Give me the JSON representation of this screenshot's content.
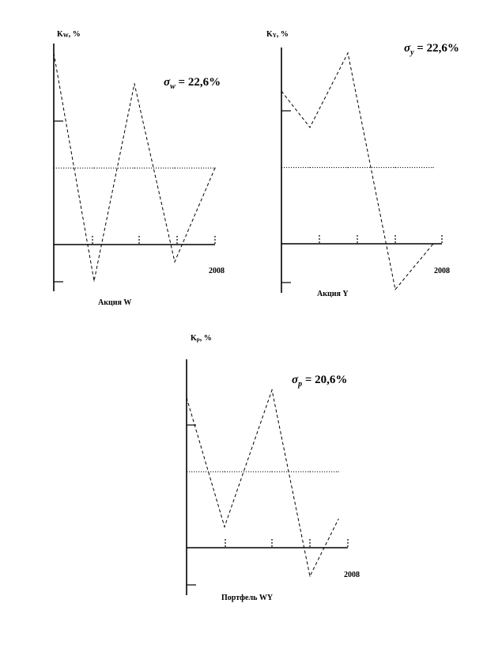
{
  "chart_data": [
    {
      "type": "line",
      "caption": "Акция W",
      "ylabel": "K",
      "ylabel_sub": "W",
      "ylabel_unit": ", %",
      "xlabel": "2008",
      "sigma_symbol": "σ",
      "sigma_sub": "w",
      "sigma_value": " = 22,6%",
      "grid": false,
      "ylim": [
        -10,
        50
      ],
      "x": [
        0,
        1,
        2,
        3,
        4
      ],
      "series": [
        {
          "style": "dashed",
          "values": [
            50,
            -9.5,
            42,
            -4.5,
            20
          ]
        },
        {
          "style": "dotted",
          "values": [
            20,
            20,
            20,
            20,
            20
          ]
        }
      ]
    },
    {
      "type": "line",
      "caption": "Акция Y",
      "ylabel": "K",
      "ylabel_sub": "Y",
      "ylabel_unit": ", %",
      "xlabel": "2008",
      "sigma_symbol": "σ",
      "sigma_sub": "y",
      "sigma_value": " = 22,6%",
      "grid": false,
      "ylim": [
        -10,
        50
      ],
      "x": [
        0,
        0.75,
        1.75,
        3,
        4
      ],
      "series": [
        {
          "style": "dashed",
          "values": [
            40,
            30.5,
            50,
            -12,
            0
          ]
        },
        {
          "style": "dotted",
          "values": [
            20,
            20,
            20,
            20,
            20
          ]
        }
      ]
    },
    {
      "type": "line",
      "caption": "Портфель WY",
      "ylabel": "K",
      "ylabel_sub": "p",
      "ylabel_unit": ", %",
      "xlabel": "2008",
      "sigma_symbol": "σ",
      "sigma_sub": "p",
      "sigma_value": " = 20,6%",
      "grid": false,
      "ylim": [
        -10,
        50
      ],
      "x": [
        0,
        1,
        2.25,
        3.25,
        4
      ],
      "series": [
        {
          "style": "dashed",
          "values": [
            39.5,
            5.5,
            41.5,
            -7.5,
            7.5
          ]
        },
        {
          "style": "dotted",
          "values": [
            20,
            20,
            20,
            20,
            20
          ]
        }
      ]
    }
  ]
}
